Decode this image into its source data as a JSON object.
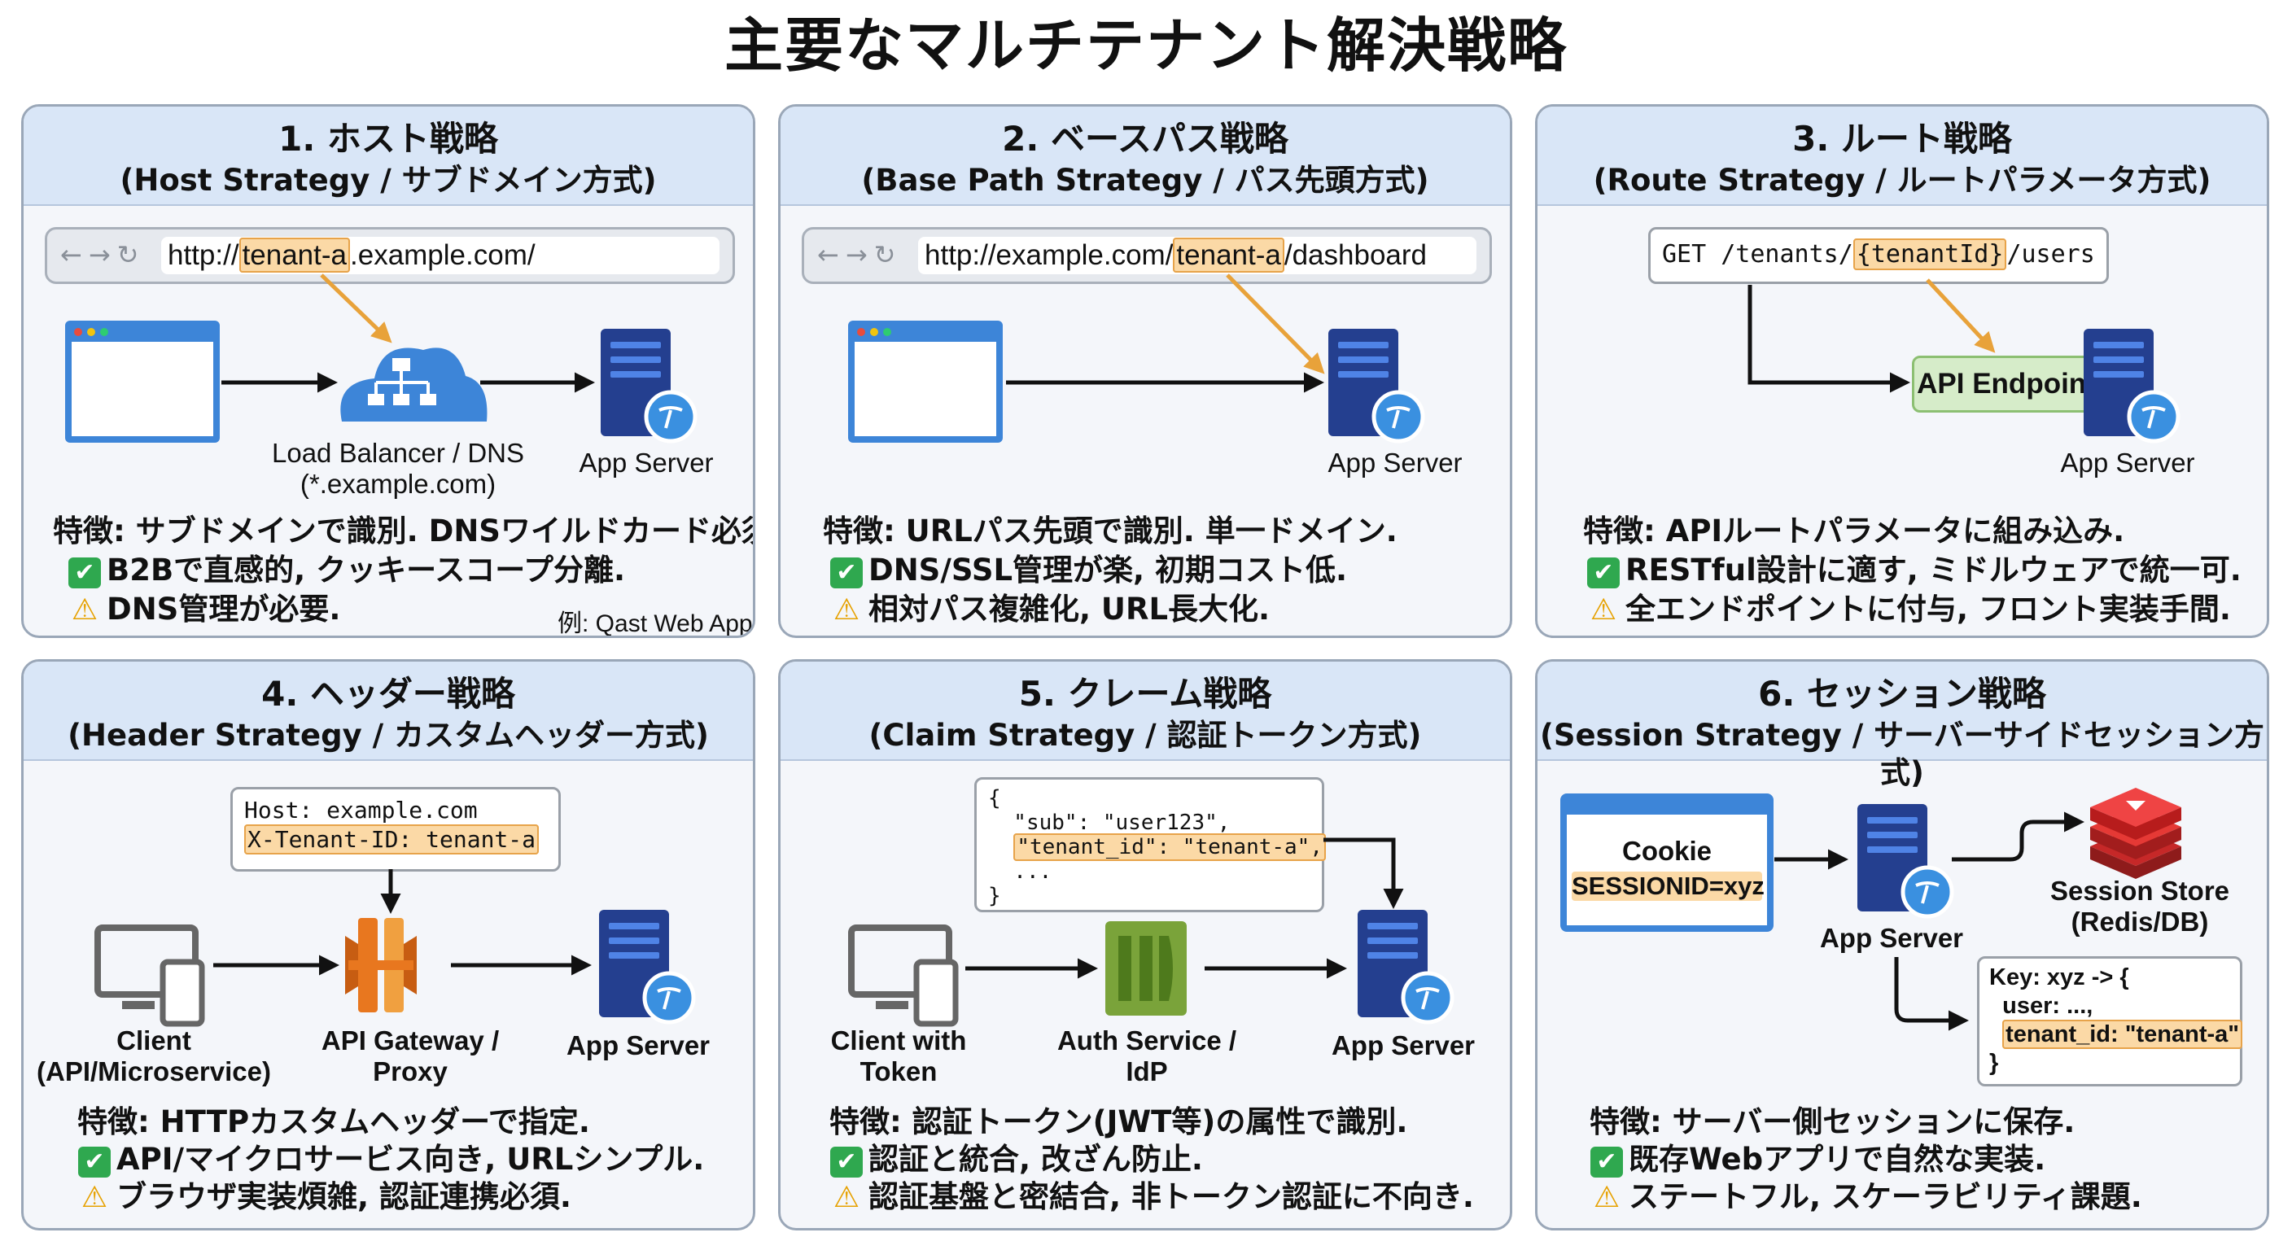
{
  "title": "主要なマルチテナント解決戦略",
  "icons": [
    "browser-window-icon",
    "cloud-load-balancer-icon",
    "server-icon",
    "tablet-phone-icon",
    "api-gateway-icon",
    "auth-service-icon",
    "redis-icon",
    "checkmark-icon",
    "warning-icon"
  ],
  "colors": {
    "panel_header": "#d9e6f7",
    "highlight": "#fbd9a6",
    "arrow_orange": "#e8a23a",
    "server_blue": "#243f8f",
    "check_green": "#2fa84f",
    "warning_yellow": "#f2b600"
  },
  "panels": [
    {
      "title": "1. ホスト戦略",
      "subtitle": "(Host Strategy / サブドメイン方式)",
      "url_prefix": "http://",
      "url_highlight": "tenant-a",
      "url_suffix": ".example.com/",
      "lb_label_1": "Load Balancer / DNS",
      "lb_label_2": "(*.example.com)",
      "server_label": "App Server",
      "note_feature": "特徴: サブドメインで識別. DNSワイルドカード必須.",
      "note_pro": "B2Bで直感的, クッキースコープ分離.",
      "note_con": "DNS管理が必要.",
      "example": "例: Qast Web App"
    },
    {
      "title": "2. ベースパス戦略",
      "subtitle": "(Base Path Strategy / パス先頭方式)",
      "url_prefix": "http://example.com/",
      "url_highlight": "tenant-a",
      "url_suffix": "/dashboard",
      "server_label": "App Server",
      "note_feature": "特徴: URLパス先頭で識別. 単一ドメイン.",
      "note_pro": "DNS/SSL管理が楽, 初期コスト低.",
      "note_con": "相対パス複雑化, URL長大化."
    },
    {
      "title": "3. ルート戦略",
      "subtitle": "(Route Strategy / ルートパラメータ方式)",
      "route_prefix": "GET /tenants/",
      "route_highlight": "{tenantId}",
      "route_suffix": "/users",
      "endpoint_label": "API Endpoint",
      "server_label": "App Server",
      "note_feature": "特徴: APIルートパラメータに組み込み.",
      "note_pro": "RESTful設計に適す, ミドルウェアで統一可.",
      "note_con": "全エンドポイントに付与, フロント実装手間."
    },
    {
      "title": "4. ヘッダー戦略",
      "subtitle": "(Header Strategy / カスタムヘッダー方式)",
      "header_line_1": "Host: example.com",
      "header_line_2": "X-Tenant-ID: tenant-a",
      "client_label_1": "Client",
      "client_label_2": "(API/Microservice)",
      "gateway_label_1": "API Gateway /",
      "gateway_label_2": "Proxy",
      "server_label": "App Server",
      "note_feature": "特徴: HTTPカスタムヘッダーで指定.",
      "note_pro": "API/マイクロサービス向き, URLシンプル.",
      "note_con": "ブラウザ実装煩雑, 認証連携必須."
    },
    {
      "title": "5. クレーム戦略",
      "subtitle": "(Claim Strategy / 認証トークン方式)",
      "json_line_1": "{",
      "json_line_2": "  \"sub\": \"user123\",",
      "json_line_3": "\"tenant_id\": \"tenant-a\",",
      "json_line_4": "  ...",
      "json_line_5": "}",
      "client_label_1": "Client with",
      "client_label_2": "Token",
      "auth_label_1": "Auth Service /",
      "auth_label_2": "IdP",
      "server_label": "App Server",
      "note_feature": "特徴: 認証トークン(JWT等)の属性で識別.",
      "note_pro": "認証と統合, 改ざん防止.",
      "note_con": "認証基盤と密結合, 非トークン認証に不向き."
    },
    {
      "title": "6. セッション戦略",
      "subtitle": "(Session Strategy / サーバーサイドセッション方式)",
      "cookie_label": "Cookie",
      "cookie_value": "SESSIONID=xyz",
      "server_label": "App Server",
      "store_label_1": "Session Store",
      "store_label_2": "(Redis/DB)",
      "kv_line_1": "Key: xyz -> {",
      "kv_line_2": "  user: ...,",
      "kv_line_3": "tenant_id: \"tenant-a\"",
      "kv_line_4": "}",
      "note_feature": "特徴: サーバー側セッションに保存.",
      "note_pro": "既存Webアプリで自然な実装.",
      "note_con": "ステートフル, スケーラビリティ課題."
    }
  ]
}
